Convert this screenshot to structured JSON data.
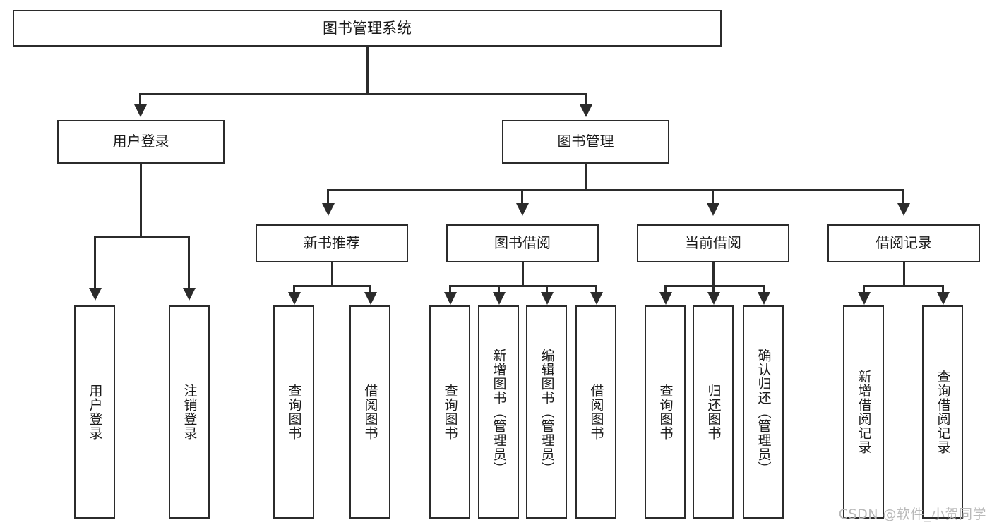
{
  "diagram": {
    "title": "图书管理系统",
    "type": "tree",
    "watermark": "CSDN @软件_小贺同学",
    "colors": {
      "stroke": "#2b2b2b",
      "fill": "#ffffff",
      "text": "#1a1a1a",
      "watermark": "#b9b9b9"
    },
    "root": {
      "label": "图书管理系统"
    },
    "level2": [
      {
        "label": "用户登录"
      },
      {
        "label": "图书管理"
      }
    ],
    "level3": [
      {
        "label": "新书推荐"
      },
      {
        "label": "图书借阅"
      },
      {
        "label": "当前借阅"
      },
      {
        "label": "借阅记录"
      }
    ],
    "leaves": {
      "user_login": [
        {
          "label": "用户登录"
        },
        {
          "label": "注销登录"
        }
      ],
      "new_book_recommend": [
        {
          "label": "查询图书"
        },
        {
          "label": "借阅图书"
        }
      ],
      "book_borrow": [
        {
          "label": "查询图书"
        },
        {
          "label": "新增图书（管理员）"
        },
        {
          "label": "编辑图书（管理员）"
        },
        {
          "label": "借阅图书"
        }
      ],
      "current_borrow": [
        {
          "label": "查询图书"
        },
        {
          "label": "归还图书"
        },
        {
          "label": "确认归还（管理员）"
        }
      ],
      "borrow_records": [
        {
          "label": "新增借阅记录"
        },
        {
          "label": "查询借阅记录"
        }
      ]
    }
  }
}
